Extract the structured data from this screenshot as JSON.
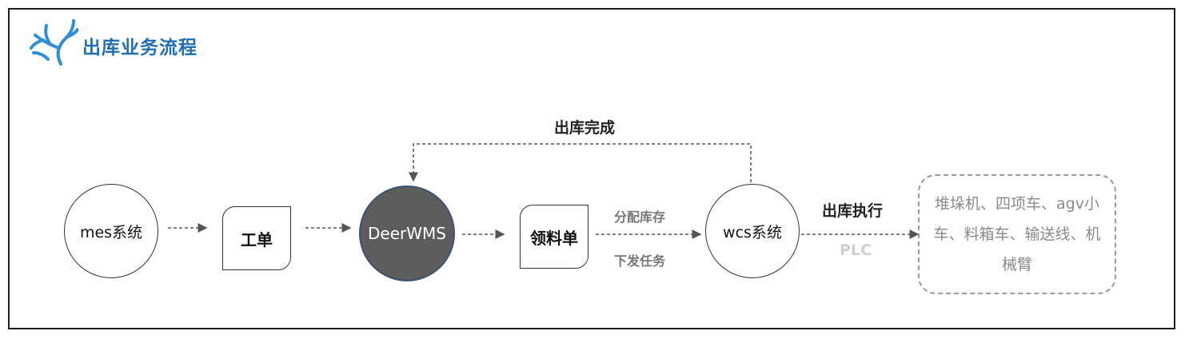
{
  "header": {
    "title": "出库业务流程",
    "logo_icon": "deer-antler-icon",
    "accent_color": "#1f6fb2"
  },
  "nodes": {
    "mes": "mes系统",
    "work_order": "工单",
    "wms": "DeerWMS",
    "picking_list": "领料单",
    "wcs": "wcs系统"
  },
  "labels": {
    "outbound_complete": "出库完成",
    "allocate_stock": "分配库存",
    "dispatch_task": "下发任务",
    "outbound_execute": "出库执行",
    "plc": "PLC"
  },
  "devices": {
    "text": "堆垛机、四项车、agv小车、料箱车、输送线、机械臂"
  },
  "colors": {
    "wms_fill": "#5d5d5d",
    "wms_border": "#3a5470",
    "device_text": "#8a8a8a"
  }
}
